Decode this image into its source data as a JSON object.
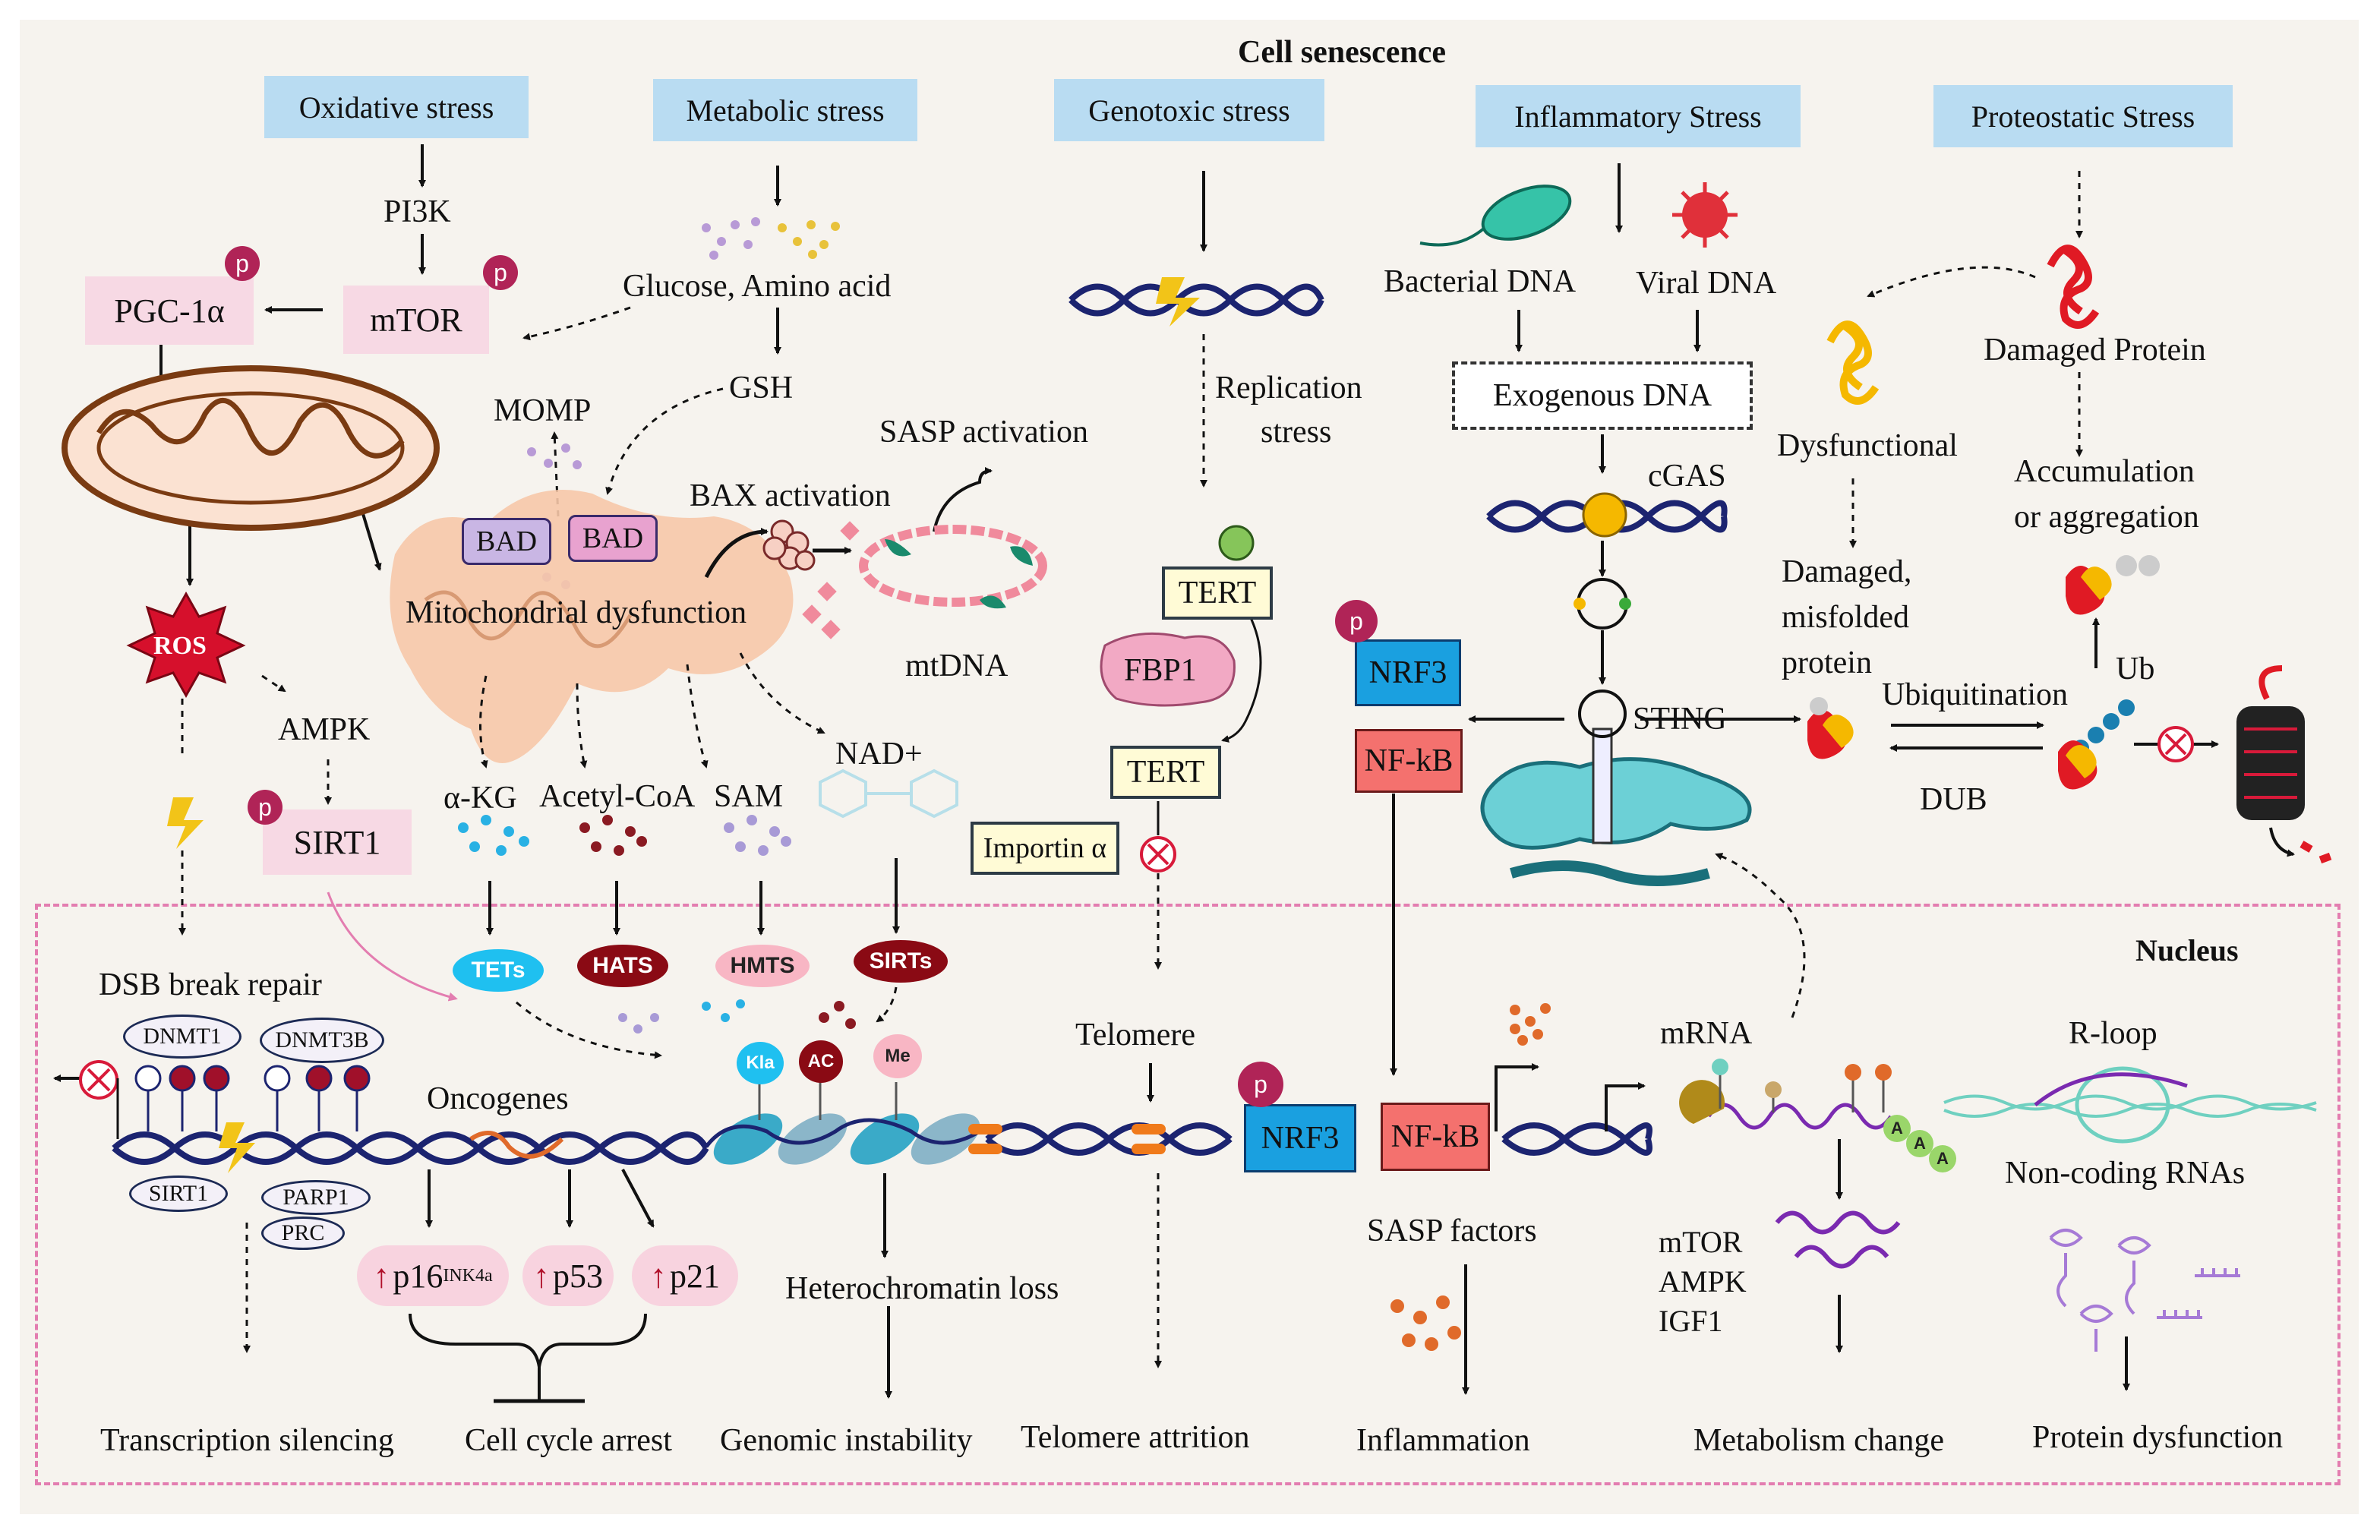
{
  "title": "Cell senescence",
  "nucleus_label": "Nucleus",
  "stresses": {
    "oxidative": "Oxidative stress",
    "metabolic": "Metabolic stress",
    "genotoxic": "Genotoxic stress",
    "inflammatory": "Inflammatory Stress",
    "proteostatic": "Proteostatic Stress"
  },
  "oxidative": {
    "pi3k": "PI3K",
    "mtor": "mTOR",
    "pgc": "PGC-1α",
    "ros": "ROS",
    "ampk": "AMPK",
    "sirt1": "SIRT1"
  },
  "metabolic": {
    "glucose": "Glucose, Amino acid",
    "gsh": "GSH",
    "momp": "MOMP",
    "bad1": "BAD",
    "bad2": "BAD",
    "bax": "BAX activation",
    "sasp_activation": "SASP activation",
    "mito_dysfunction": "Mitochondrial dysfunction",
    "mtdna": "mtDNA",
    "akg": "α-KG",
    "acetyl": "Acetyl-CoA",
    "sam": "SAM",
    "nad": "NAD+"
  },
  "genotoxic": {
    "replication": "Replication",
    "stress": "stress",
    "tert1": "TERT",
    "tert2": "TERT",
    "fbp1": "FBP1",
    "importin": "Importin α"
  },
  "inflammatory": {
    "bacterial": "Bacterial DNA",
    "viral": "Viral DNA",
    "exogenous": "Exogenous DNA",
    "cgas": "cGAS",
    "sting": "STING",
    "nrf3": "NRF3",
    "nfkb": "NF-kB"
  },
  "proteostatic": {
    "damaged": "Damaged Protein",
    "dysfunctional": "Dysfunctional",
    "accumulation1": "Accumulation",
    "accumulation2": "or aggregation",
    "damaged_misfolded1": "Damaged,",
    "damaged_misfolded2": "misfolded",
    "damaged_misfolded3": "protein",
    "ub": "Ub",
    "ubiquitination": "Ubiquitination",
    "dub": "DUB"
  },
  "nucleus": {
    "dsb": "DSB break repair",
    "dnmt1": "DNMT1",
    "dnmt3b": "DNMT3B",
    "sirt1": "SIRT1",
    "parp1": "PARP1",
    "prc": "PRC",
    "oncogenes": "Oncogenes",
    "p16": "p16",
    "p16_sup": "INK4a",
    "p53": "p53",
    "p21": "p21",
    "tets": "TETs",
    "hats": "HATS",
    "hmts": "HMTS",
    "sirts": "SIRTs",
    "kla": "Kla",
    "ac": "AC",
    "me": "Me",
    "heterochromatin": "Heterochromatin loss",
    "telomere": "Telomere",
    "nrf3": "NRF3",
    "nfkb": "NF-kB",
    "sasp_factors": "SASP factors",
    "mrna": "mRNA",
    "mtor": "mTOR",
    "ampk": "AMPK",
    "igf1": "IGF1",
    "rloop": "R-loop",
    "noncoding": "Non-coding RNAs",
    "polyA": "A"
  },
  "outcomes": {
    "transcription_silencing": "Transcription silencing",
    "cell_cycle_arrest": "Cell cycle arrest",
    "genomic_instability": "Genomic instability",
    "telomere_attrition": "Telomere attrition",
    "inflammation": "Inflammation",
    "metabolism_change": "Metabolism change",
    "protein_dysfunction": "Protein dysfunction"
  },
  "p_label": "p",
  "colors": {
    "stress_box": "#b9dcf2",
    "pink_box": "#f7d9e4",
    "nucleus_border": "#e37db0",
    "dna": "#1c2470",
    "p_badge": "#b02457"
  }
}
